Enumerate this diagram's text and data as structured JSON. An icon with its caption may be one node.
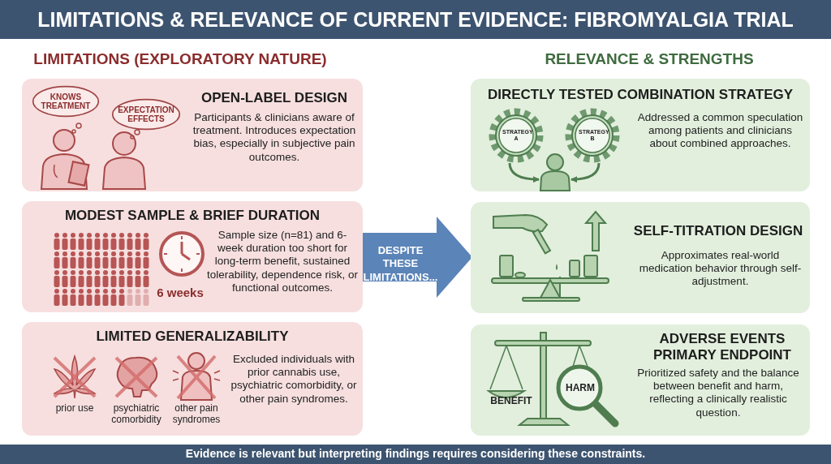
{
  "diagram": {
    "title": "LIMITATIONS & RELEVANCE OF CURRENT EVIDENCE: FIBROMYALGIA TRIAL",
    "caption": "Evidence is relevant but interpreting findings requires considering these constraints.",
    "nodes": [
      {
        "text": [
          "OPEN-LABEL DESIGN",
          "Participants & clinicians aware of treatment. Introduces expectation bias, especially in subjective pain outcomes."
        ]
      },
      {
        "text": [
          "KNOWS TREATMENT"
        ],
        "in": 0
      },
      {
        "text": [
          "EXPECTATION EFFECTS"
        ],
        "in": 0
      },
      {
        "text": [
          "MODEST SAMPLE & BRIEF DURATION",
          "Sample size (n=81) and 6-week duration too short for long-term benefit, sustained tolerability, dependence risk, or functional outcomes."
        ]
      },
      {
        "text": [
          "LIMITED GENERALIZABILITY",
          "Excluded individuals with prior cannabis use, psychiatric comorbidity, or other pain syndromes."
        ]
      },
      {
        "text": [
          "DIRECTLY TESTED COMBINATION STRATEGY",
          "Addressed a common speculation among patients and clinicians about combined approaches."
        ]
      },
      {
        "text": [
          "STRATEGY A"
        ],
        "in": 5
      },
      {
        "text": [
          "STRATEGY B"
        ],
        "in": 5
      },
      {
        "text": [],
        "shape": "person",
        "in": 5
      },
      {
        "text": [
          "SELF-TITRATION DESIGN",
          "Approximates real-world medication behavior through self-adjustment."
        ]
      },
      {
        "text": [
          "ADVERSE EVENTS PRIMARY ENDPOINT",
          "Prioritized safety and the balance between benefit and harm, reflecting a clinically realistic question."
        ]
      }
    ],
    "edges": [
      {
        "from": 6,
        "to": 8,
        "arrow": "to"
      },
      {
        "from": 7,
        "to": 8,
        "arrow": "to"
      },
      {
        "from": 3,
        "to": 9,
        "arrow": "to",
        "label": "DESPITE THESE LIMITATIONS...",
        "style": "thick",
        "color": "#5b84b8"
      }
    ],
    "labels": [
      "LIMITATIONS (EXPLORATORY NATURE)",
      "RELEVANCE & STRENGTHS",
      "6 weeks",
      "prior use",
      "psychiatric comorbidity",
      "other pain syndromes",
      "BENEFIT",
      "HARM"
    ]
  }
}
